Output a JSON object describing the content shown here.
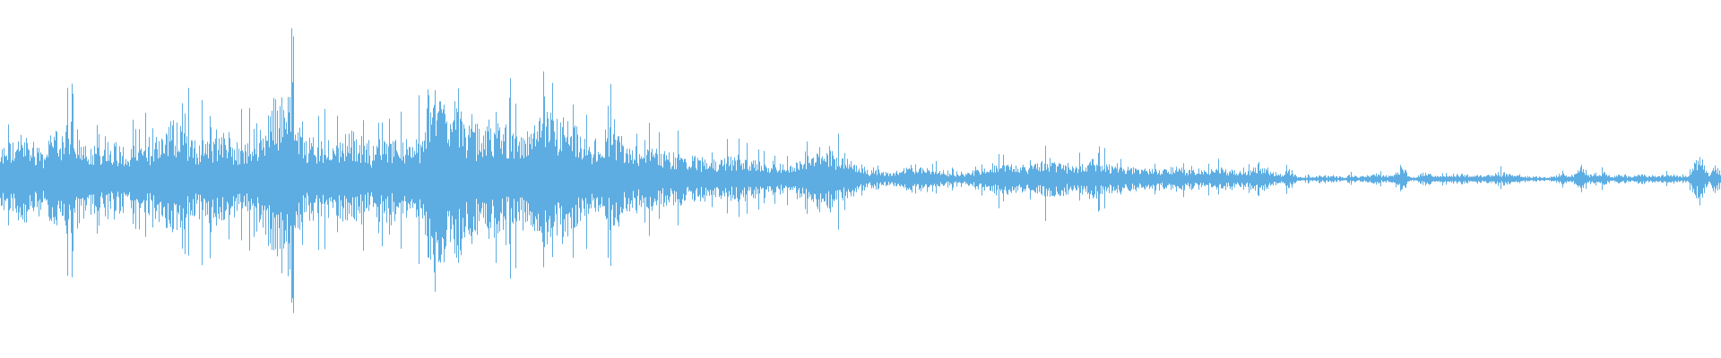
{
  "waveform": {
    "color": "#5dade2",
    "background": "#ffffff",
    "description_free_levels": {
      "note": "",
      "envelope": [
        0.28,
        0.42,
        0.3,
        0.55,
        0.33,
        0.4,
        0.25,
        0.38,
        0.6,
        0.35,
        0.48,
        0.3,
        0.52,
        0.95,
        0.4,
        0.35,
        0.45,
        0.33,
        0.42,
        0.3,
        0.9,
        0.72,
        0.48,
        0.55,
        0.38,
        0.62,
        0.58,
        0.32,
        0.46,
        0.3,
        0.28,
        0.25,
        0.2,
        0.18,
        0.22,
        0.16,
        0.12,
        0.24,
        0.3,
        0.18,
        0.08,
        0.06,
        0.14,
        0.08,
        0.05,
        0.1,
        0.16,
        0.12,
        0.2,
        0.14,
        0.18,
        0.15,
        0.12,
        0.1,
        0.11,
        0.09,
        0.1,
        0.08,
        0.12,
        0.02,
        0.02,
        0.03,
        0.02,
        0.04,
        0.03,
        0.02,
        0.03,
        0.05,
        0.04,
        0.06,
        0.03,
        0.02,
        0.04,
        0.05,
        0.03,
        0.02,
        0.04,
        0.03,
        0.02,
        0.03
      ],
      "bursts": [
        {
          "t": 0.363,
          "a": 0.11
        },
        {
          "t": 0.376,
          "a": 0.09
        },
        {
          "t": 0.418,
          "a": 0.06
        },
        {
          "t": 0.432,
          "a": 0.06
        },
        {
          "t": 0.488,
          "a": 0.03
        },
        {
          "t": 0.508,
          "a": 0.11
        },
        {
          "t": 0.521,
          "a": 0.04
        },
        {
          "t": 0.535,
          "a": 0.03
        },
        {
          "t": 0.565,
          "a": 0.05
        },
        {
          "t": 0.575,
          "a": 0.03
        },
        {
          "t": 0.593,
          "a": 0.04
        },
        {
          "t": 0.605,
          "a": 0.03
        },
        {
          "t": 0.616,
          "a": 0.07
        },
        {
          "t": 0.628,
          "a": 0.04
        },
        {
          "t": 0.642,
          "a": 0.03
        },
        {
          "t": 0.655,
          "a": 0.09
        },
        {
          "t": 0.684,
          "a": 0.07
        },
        {
          "t": 0.697,
          "a": 0.05
        },
        {
          "t": 0.707,
          "a": 0.12
        },
        {
          "t": 0.72,
          "a": 0.08
        },
        {
          "t": 0.736,
          "a": 0.04
        },
        {
          "t": 0.749,
          "a": 0.09
        },
        {
          "t": 0.77,
          "a": 0.03
        },
        {
          "t": 0.785,
          "a": 0.04
        },
        {
          "t": 0.8,
          "a": 0.05
        },
        {
          "t": 0.814,
          "a": 0.11
        },
        {
          "t": 0.828,
          "a": 0.07
        },
        {
          "t": 0.85,
          "a": 0.05
        },
        {
          "t": 0.863,
          "a": 0.03
        },
        {
          "t": 0.908,
          "a": 0.06
        },
        {
          "t": 0.918,
          "a": 0.1
        },
        {
          "t": 0.931,
          "a": 0.08
        },
        {
          "t": 0.942,
          "a": 0.05
        },
        {
          "t": 0.953,
          "a": 0.06
        },
        {
          "t": 0.987,
          "a": 0.22
        },
        {
          "t": 0.997,
          "a": 0.12
        }
      ]
    }
  }
}
